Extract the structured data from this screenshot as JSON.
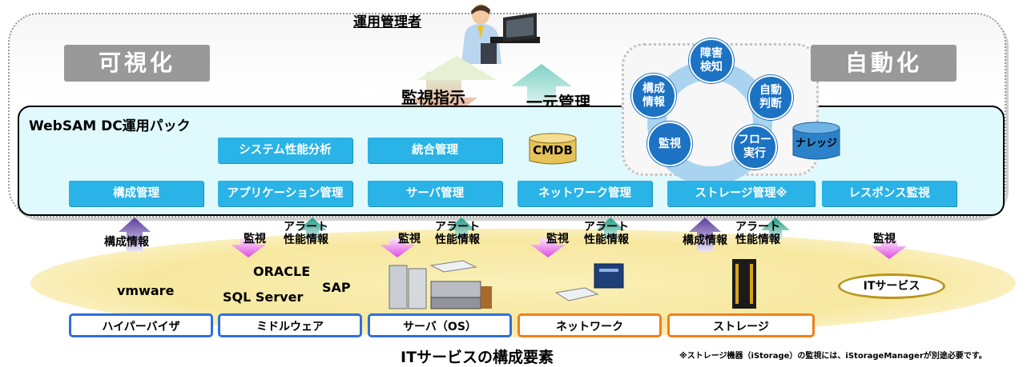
{
  "header": {
    "operator_label": "運用管理者",
    "visualize_label": "可視化",
    "automate_label": "自動化",
    "monitor_instruction_label": "監視指示",
    "unified_mgmt_label": "一元管理"
  },
  "pack": {
    "title": "WebSAM DC運用パック",
    "modules_top": [
      "システム性能分析",
      "統合管理"
    ],
    "cmdb_label": "CMDB",
    "modules_bottom": [
      "構成管理",
      "アプリケーション管理",
      "サーバ管理",
      "ネットワーク管理",
      "ストレージ管理※",
      "レスポンス監視"
    ]
  },
  "cycle": {
    "nodes": [
      "障害\n検知",
      "自動\n判断",
      "フロー\n実行",
      "監視",
      "構成\n情報"
    ],
    "knowledge_label": "ナレッジ"
  },
  "arrows": {
    "config_info": "構成情報",
    "monitor": "監視",
    "alert_perf": "アラート\n性能情報"
  },
  "vendors": {
    "vmware": "vmware",
    "oracle": "ORACLE",
    "sql_server": "SQL Server",
    "sap": "SAP",
    "it_service": "ITサービス"
  },
  "components": [
    "ハイパーバイザ",
    "ミドルウェア",
    "サーバ（OS）",
    "ネットワーク",
    "ストレージ"
  ],
  "footer": {
    "title": "ITサービスの構成要素",
    "note": "※ストレージ機器（iStorage）の監視には、iStorageManagerが別途必要です。"
  },
  "colors": {
    "module_blue": "#2ab3e6",
    "cycle_blue": "#1c72c3",
    "pack_bg": "#dff9fc",
    "monitor_arrow": "#e14be0",
    "alert_arrow": "#1f9a84",
    "config_arrow": "#5a3c9c",
    "comp_blue_border": "#2f6fd8",
    "comp_orange_border": "#f07f1a"
  }
}
